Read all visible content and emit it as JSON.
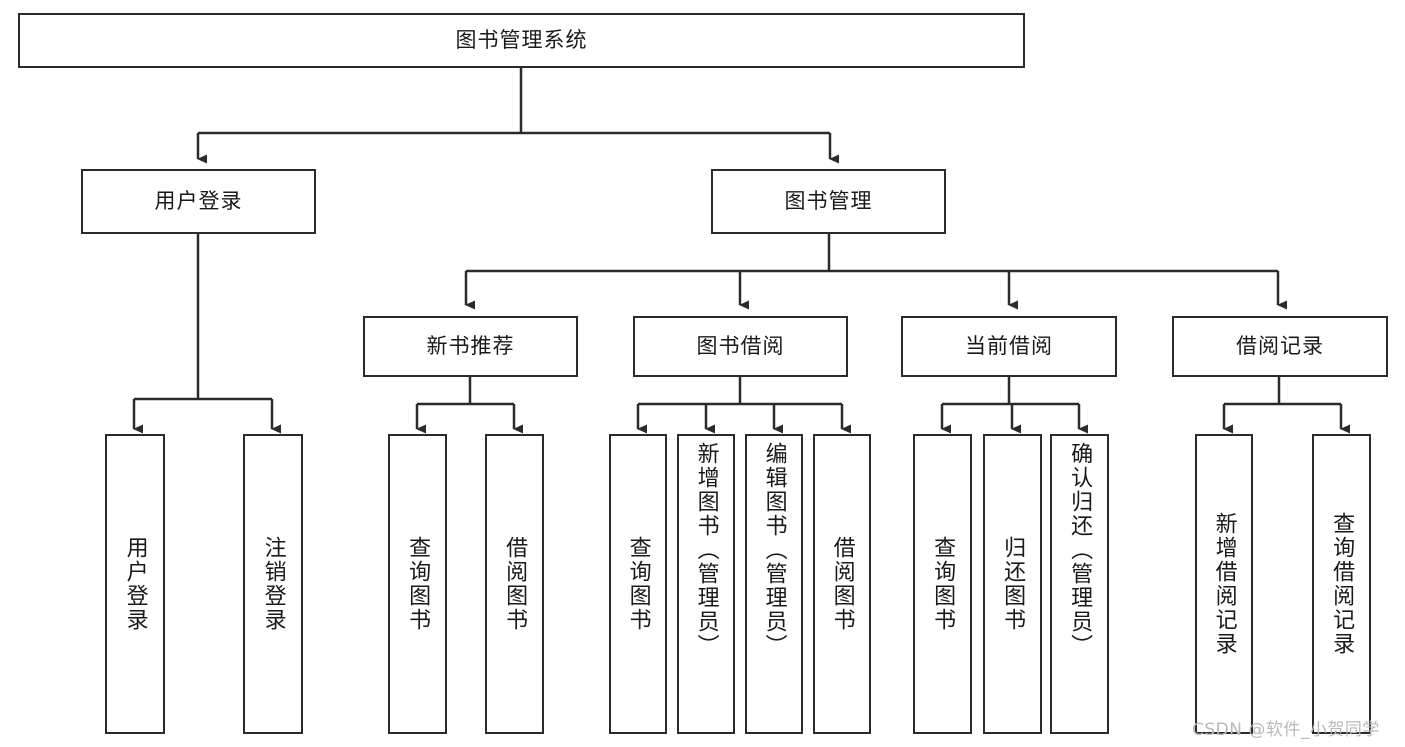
{
  "diagram": {
    "type": "tree",
    "title": "图书管理系统",
    "root": {
      "id": "root",
      "label": "图书管理系统"
    },
    "level2": [
      {
        "id": "user-login",
        "label": "用户登录"
      },
      {
        "id": "book-manage",
        "label": "图书管理"
      }
    ],
    "level3": [
      {
        "id": "new-book-recommend",
        "label": "新书推荐",
        "parent": "book-manage"
      },
      {
        "id": "book-borrow",
        "label": "图书借阅",
        "parent": "book-manage"
      },
      {
        "id": "current-borrow",
        "label": "当前借阅",
        "parent": "book-manage"
      },
      {
        "id": "borrow-record",
        "label": "借阅记录",
        "parent": "book-manage"
      }
    ],
    "leaves": [
      {
        "id": "leaf-user-login",
        "label": "用户登录",
        "parent": "user-login"
      },
      {
        "id": "leaf-logout",
        "label": "注销登录",
        "parent": "user-login"
      },
      {
        "id": "leaf-query-book-1",
        "label": "查询图书",
        "parent": "new-book-recommend"
      },
      {
        "id": "leaf-borrow-book-1",
        "label": "借阅图书",
        "parent": "new-book-recommend"
      },
      {
        "id": "leaf-query-book-2",
        "label": "查询图书",
        "parent": "book-borrow"
      },
      {
        "id": "leaf-add-book",
        "label": "新增图书（管理员）",
        "parent": "book-borrow"
      },
      {
        "id": "leaf-edit-book",
        "label": "编辑图书（管理员）",
        "parent": "book-borrow"
      },
      {
        "id": "leaf-borrow-book-2",
        "label": "借阅图书",
        "parent": "book-borrow"
      },
      {
        "id": "leaf-query-book-3",
        "label": "查询图书",
        "parent": "current-borrow"
      },
      {
        "id": "leaf-return-book",
        "label": "归还图书",
        "parent": "current-borrow"
      },
      {
        "id": "leaf-confirm-return",
        "label": "确认归还（管理员）",
        "parent": "current-borrow"
      },
      {
        "id": "leaf-add-record",
        "label": "新增借阅记录",
        "parent": "borrow-record"
      },
      {
        "id": "leaf-query-record",
        "label": "查询借阅记录",
        "parent": "borrow-record"
      }
    ],
    "watermark": "CSDN @软件_小贺同学",
    "colors": {
      "stroke": "#2b2b2b",
      "fill": "#ffffff",
      "text": "#1a1a1a",
      "watermark": "#b9b9b9"
    }
  }
}
